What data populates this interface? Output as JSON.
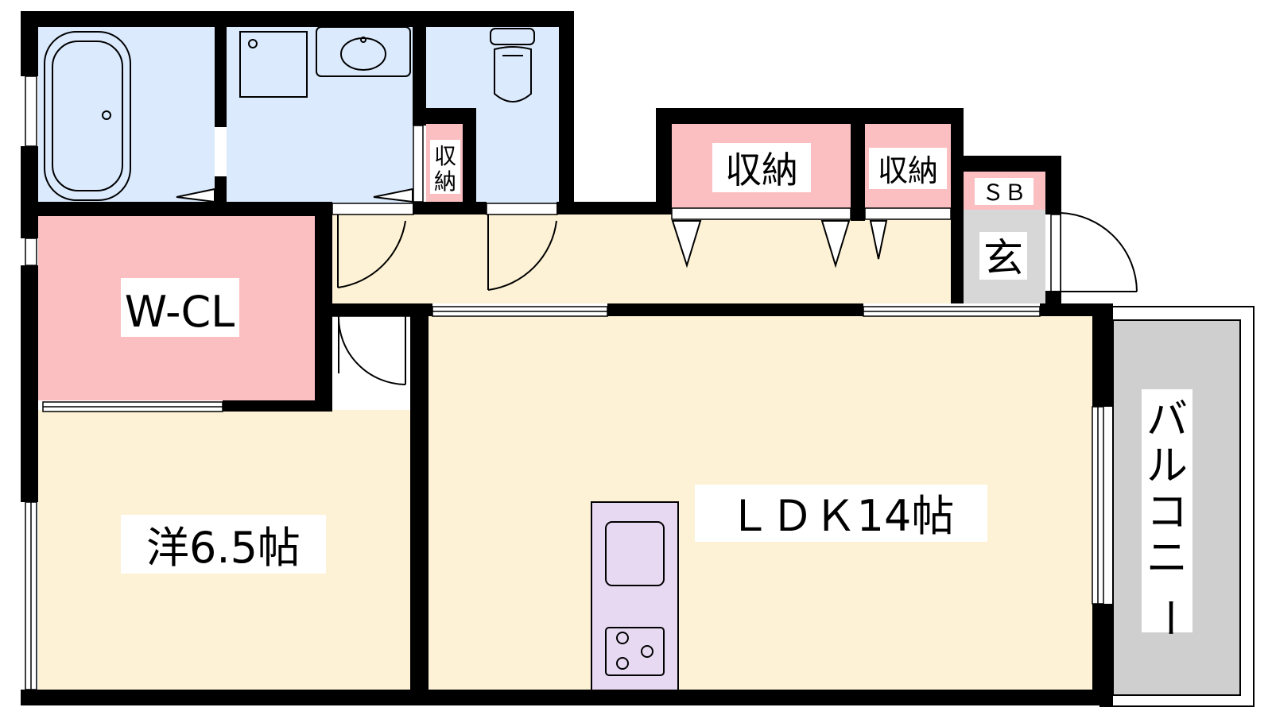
{
  "rooms": {
    "western_room": "洋6.5帖",
    "ldk": "ＬＤＫ14帖",
    "walk_in_closet": "W-CL",
    "storage_a": "収納",
    "storage_b": "収納",
    "storage_small_1": "収",
    "storage_small_2": "納",
    "shoe_box": "ＳＢ",
    "entrance": "玄",
    "balcony": [
      "バ",
      "ル",
      "コ",
      "ニ",
      "ー"
    ]
  },
  "colors": {
    "wall": "#000000",
    "living_floor": "#fdf2d5",
    "wet_area": "#dbeafd",
    "storage": "#fbbfc1",
    "kitchen": "#e7d9f2",
    "entrance_floor": "#d7d7d7",
    "balcony": "#cfcfcf"
  }
}
